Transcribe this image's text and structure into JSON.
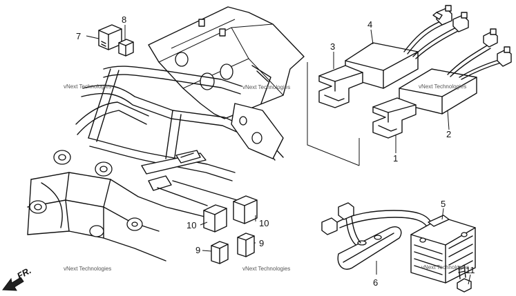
{
  "callouts": {
    "c1": "1",
    "c2": "2",
    "c3": "3",
    "c4": "4",
    "c5": "5",
    "c6": "6",
    "c7": "7",
    "c8": "8",
    "c9a": "9",
    "c9b": "9",
    "c10a": "10",
    "c10b": "10",
    "c11": "11"
  },
  "direction_label": "FR.",
  "watermark": "vNext Technologies",
  "colors": {
    "ink": "#111111",
    "background": "#ffffff",
    "watermark": "#555555"
  }
}
